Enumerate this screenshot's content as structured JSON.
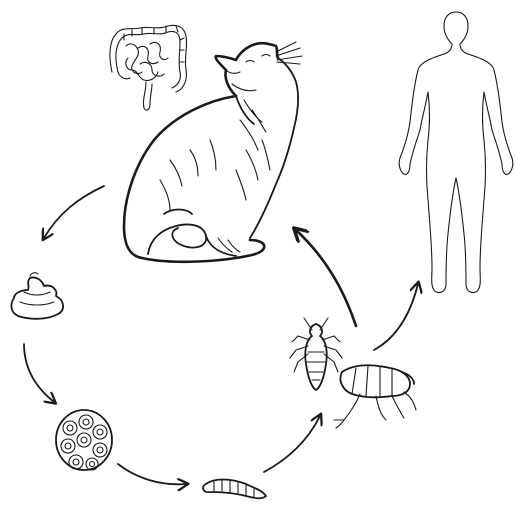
{
  "stages": [
    {
      "id": "cat",
      "icon": "cat-icon"
    },
    {
      "id": "feces",
      "icon": "feces-icon"
    },
    {
      "id": "egg-packet",
      "icon": "egg-packet-icon"
    },
    {
      "id": "larva",
      "icon": "larva-icon"
    },
    {
      "id": "louse",
      "icon": "louse-icon"
    },
    {
      "id": "flea",
      "icon": "flea-icon"
    },
    {
      "id": "human",
      "icon": "human-silhouette-icon"
    },
    {
      "id": "intestine",
      "icon": "intestine-icon"
    }
  ],
  "colors": {
    "ink": "#1a1a1a",
    "background": "#ffffff"
  }
}
